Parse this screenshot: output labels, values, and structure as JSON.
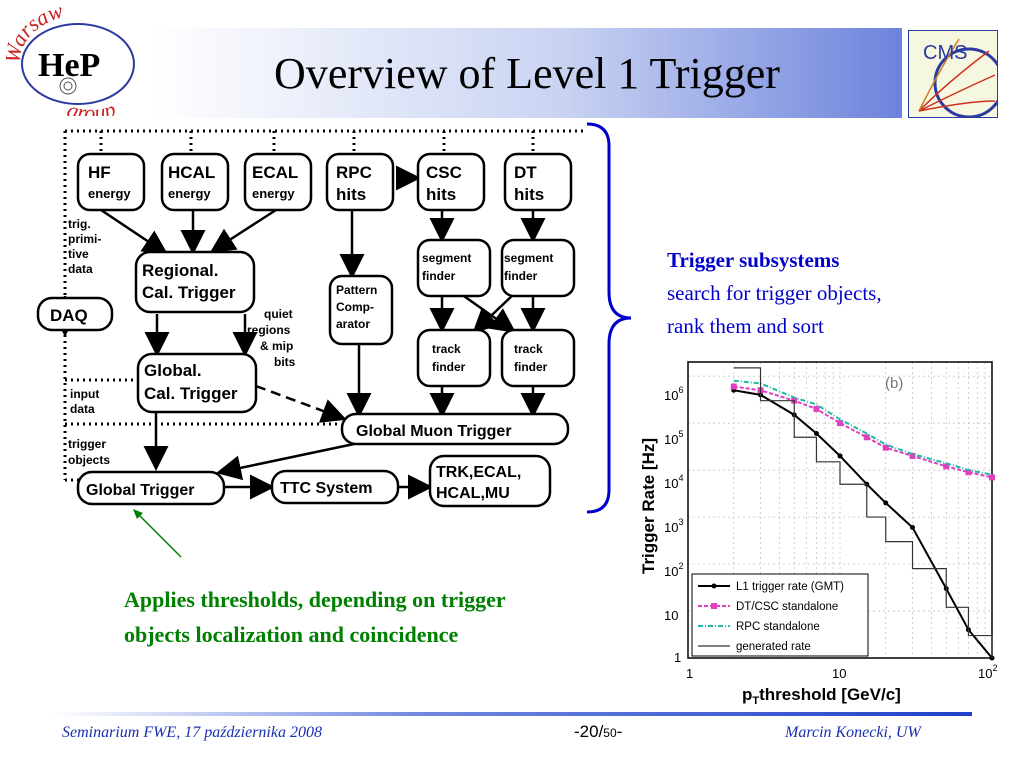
{
  "title": "Overview of Level 1 Trigger",
  "logo_left": {
    "top_word": "Warsaw",
    "letters": "HeP",
    "bottom_word": "group"
  },
  "logo_right": {
    "text": "CMS"
  },
  "diagram": {
    "boxes": {
      "hf": [
        "HF",
        "energy"
      ],
      "hcal": [
        "HCAL",
        "energy"
      ],
      "ecal": [
        "ECAL",
        "energy"
      ],
      "rpc": [
        "RPC",
        "hits"
      ],
      "csc": [
        "CSC",
        "hits"
      ],
      "dt": [
        "DT",
        "hits"
      ],
      "regional": [
        "Regional.",
        "Cal. Trigger"
      ],
      "global_cal": [
        "Global.",
        "Cal. Trigger"
      ],
      "daq": "DAQ",
      "pattern": [
        "Pattern",
        "Comp-",
        "arator"
      ],
      "seg1": [
        "segment",
        "finder"
      ],
      "seg2": [
        "segment",
        "finder"
      ],
      "track1": [
        "track",
        "finder"
      ],
      "track2": [
        "track",
        "finder"
      ],
      "gmt": "Global Muon Trigger",
      "gt": "Global Trigger",
      "ttc": "TTC System",
      "trk": [
        "TRK,ECAL,",
        "HCAL,MU"
      ]
    },
    "labels": {
      "trig": [
        "trig.",
        "primi-",
        "tive",
        "data"
      ],
      "input": [
        "input",
        "data"
      ],
      "trigger_objects": [
        "trigger",
        "objects"
      ],
      "quiet": [
        "quiet",
        "regions",
        "& mip",
        "bits"
      ]
    }
  },
  "subsystems": {
    "bold": "Trigger subsystems",
    "line2": "search for trigger objects,",
    "line3": "rank them and sort"
  },
  "annotation": {
    "line1": "Applies thresholds, depending on trigger",
    "line2": "objects localization and coincidence"
  },
  "plot": {
    "panel_label": "(b)",
    "y_label": "Trigger Rate [Hz]",
    "x_label_p": "p",
    "x_label_sub": "T",
    "x_label_rest": "threshold [GeV/c]",
    "y_ticks": [
      {
        "base": "10",
        "exp": "6"
      },
      {
        "base": "10",
        "exp": "5"
      },
      {
        "base": "10",
        "exp": "4"
      },
      {
        "base": "10",
        "exp": "3"
      },
      {
        "base": "10",
        "exp": "2"
      },
      {
        "base": "10",
        "exp": ""
      },
      {
        "base": "1",
        "exp": ""
      }
    ],
    "x_ticks": [
      {
        "base": "1",
        "exp": ""
      },
      {
        "base": "10",
        "exp": ""
      },
      {
        "base": "10",
        "exp": "2"
      }
    ],
    "legend": [
      "L1 trigger rate (GMT)",
      "DT/CSC standalone",
      "RPC standalone",
      "generated rate"
    ],
    "colors": {
      "gmt": "#000000",
      "dtcsc": "#e040c0",
      "rpc": "#20b8a0",
      "generated": "#333333"
    }
  },
  "chart_data": {
    "type": "scatter",
    "xlabel": "pT threshold [GeV/c]",
    "ylabel": "Trigger Rate [Hz]",
    "x_scale": "log",
    "y_scale": "log",
    "xlim": [
      1,
      100
    ],
    "ylim": [
      1,
      2000000
    ],
    "grid": true,
    "legend_position": "bottom-left",
    "x": [
      2,
      3,
      5,
      7,
      10,
      15,
      20,
      30,
      50,
      70,
      100
    ],
    "series": [
      {
        "name": "L1 trigger rate (GMT)",
        "values": [
          500000,
          400000,
          150000,
          60000,
          20000,
          5000,
          2000,
          600,
          30,
          4,
          1
        ]
      },
      {
        "name": "DT/CSC standalone",
        "values": [
          600000,
          500000,
          300000,
          200000,
          100000,
          50000,
          30000,
          20000,
          12000,
          9000,
          7000
        ]
      },
      {
        "name": "RPC standalone",
        "values": [
          800000,
          700000,
          350000,
          250000,
          120000,
          60000,
          35000,
          22000,
          14000,
          10000,
          8000
        ]
      },
      {
        "name": "generated rate",
        "values": [
          1500000,
          300000,
          50000,
          15000,
          5000,
          1000,
          300,
          80,
          12,
          3,
          1
        ]
      }
    ]
  },
  "footer": {
    "left": "Seminarium FWE, 17 października 2008",
    "page_num": "-20/",
    "page_total": "50",
    "page_end": "-",
    "right": "Marcin Konecki,  UW"
  }
}
